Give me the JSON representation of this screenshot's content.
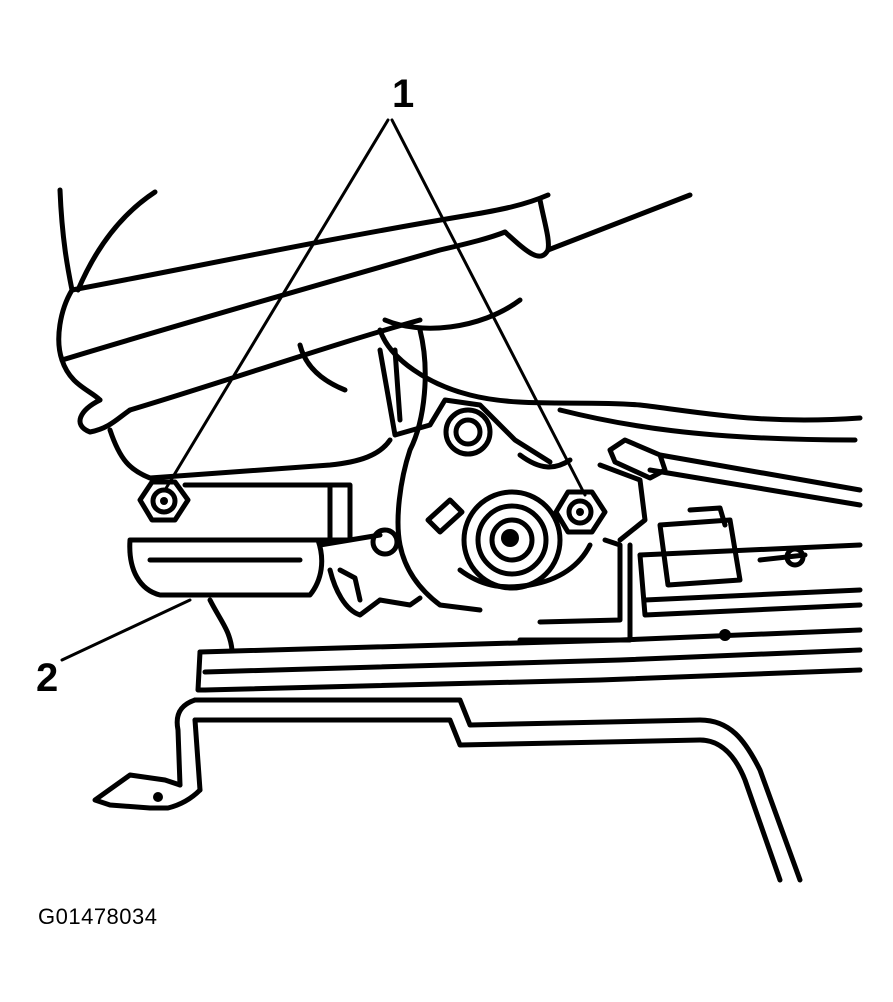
{
  "callouts": [
    {
      "label": "1"
    },
    {
      "label": "2"
    }
  ],
  "figure_id": "G01478034"
}
